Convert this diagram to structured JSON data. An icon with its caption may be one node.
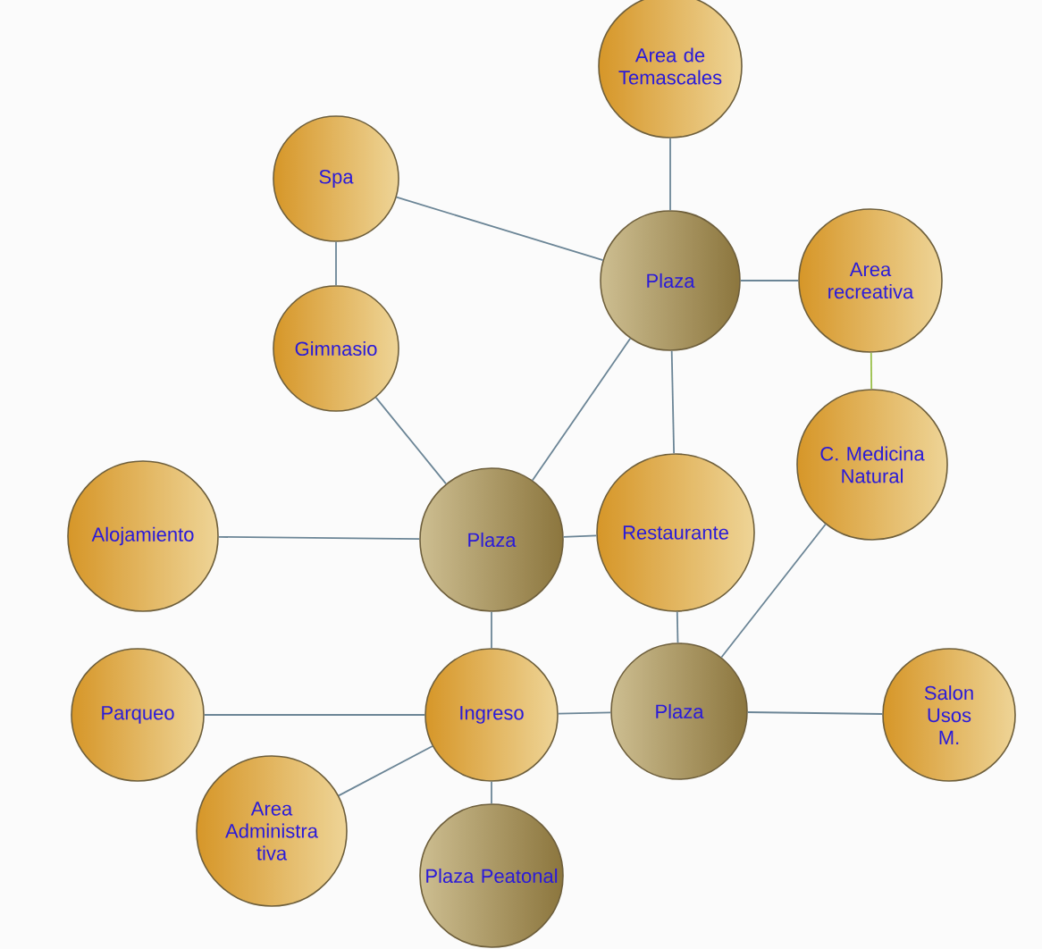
{
  "diagram": {
    "nodes": [
      {
        "text": [
          "Area de Temascales"
        ]
      },
      {
        "text": [
          "Spa"
        ]
      },
      {
        "text": [
          "Plaza"
        ]
      },
      {
        "text": [
          "Area recreativa"
        ]
      },
      {
        "text": [
          "Gimnasio"
        ]
      },
      {
        "text": [
          "C. Medicina Natural"
        ]
      },
      {
        "text": [
          "Alojamiento"
        ]
      },
      {
        "text": [
          "Plaza"
        ]
      },
      {
        "text": [
          "Restaurante"
        ]
      },
      {
        "text": [
          "Parqueo"
        ]
      },
      {
        "text": [
          "Ingreso"
        ]
      },
      {
        "text": [
          "Plaza"
        ]
      },
      {
        "text": [
          "Salon Usos M."
        ]
      },
      {
        "text": [
          "Area Administra tiva"
        ]
      },
      {
        "text": [
          "Plaza Peatonal"
        ]
      }
    ],
    "edges": [
      {
        "from": 0,
        "to": 2,
        "arrow": "none"
      },
      {
        "from": 1,
        "to": 2,
        "arrow": "none"
      },
      {
        "from": 1,
        "to": 4,
        "arrow": "none"
      },
      {
        "from": 2,
        "to": 3,
        "arrow": "none"
      },
      {
        "from": 3,
        "to": 5,
        "arrow": "none",
        "color": "#9ac04a"
      },
      {
        "from": 4,
        "to": 7,
        "arrow": "none"
      },
      {
        "from": 2,
        "to": 7,
        "arrow": "none"
      },
      {
        "from": 2,
        "to": 8,
        "arrow": "none"
      },
      {
        "from": 6,
        "to": 7,
        "arrow": "none"
      },
      {
        "from": 7,
        "to": 8,
        "arrow": "none"
      },
      {
        "from": 7,
        "to": 10,
        "arrow": "none"
      },
      {
        "from": 8,
        "to": 11,
        "arrow": "none"
      },
      {
        "from": 5,
        "to": 11,
        "arrow": "none"
      },
      {
        "from": 9,
        "to": 10,
        "arrow": "none"
      },
      {
        "from": 10,
        "to": 11,
        "arrow": "none"
      },
      {
        "from": 11,
        "to": 12,
        "arrow": "none"
      },
      {
        "from": 10,
        "to": 13,
        "arrow": "none"
      },
      {
        "from": 10,
        "to": 14,
        "arrow": "none"
      }
    ]
  }
}
